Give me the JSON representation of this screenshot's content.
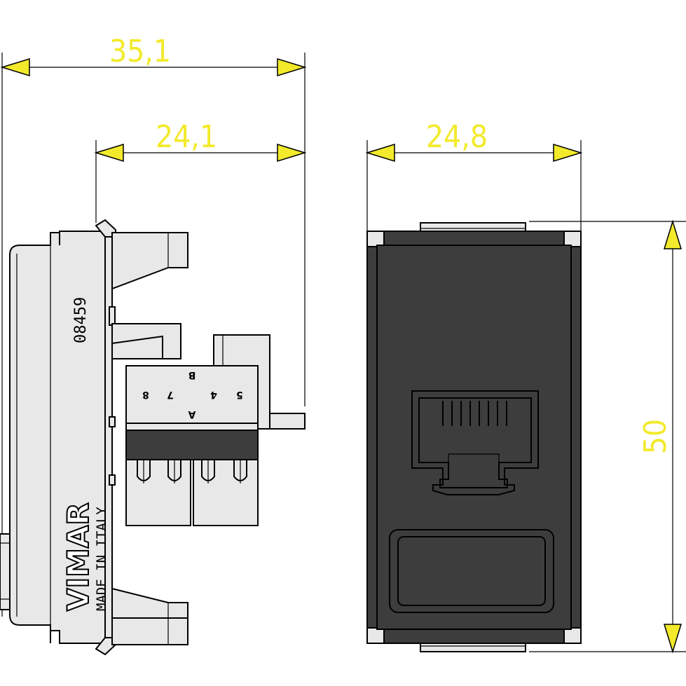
{
  "dimensions": {
    "overall_depth": "35,1",
    "front_depth": "24,1",
    "width": "24,8",
    "height": "50"
  },
  "side_view": {
    "part_number": "08459",
    "brand": "VIMAR",
    "origin": "MADE IN ITALY",
    "pin_labels": {
      "row_top": "B",
      "row_middle": [
        "8",
        "7",
        "4",
        "5"
      ],
      "row_bottom": "A"
    }
  },
  "colors": {
    "dimension": "#f2ea2b",
    "outline": "#000000",
    "body_fill": "#3d3d3d"
  }
}
